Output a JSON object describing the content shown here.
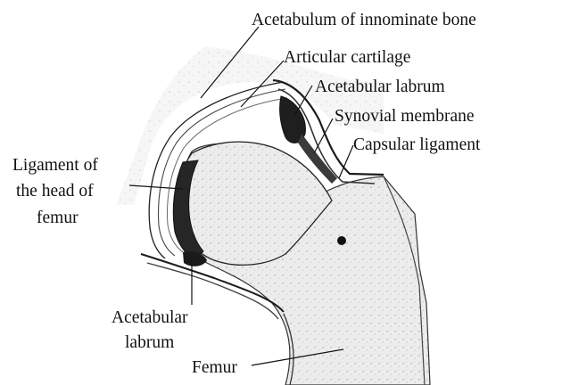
{
  "labels": {
    "acetabulum_innominate": "Acetabulum of innominate bone",
    "articular_cartilage": "Articular cartilage",
    "acetabular_labrum_top": "Acetabular labrum",
    "synovial_membrane": "Synovial membrane",
    "capsular_ligament": "Capsular ligament",
    "ligament_head_line1": "Ligament of",
    "ligament_head_line2": "the head of",
    "ligament_head_line3": "femur",
    "acetabular_labrum_bottom_line1": "Acetabular",
    "acetabular_labrum_bottom_line2": "labrum",
    "femur": "Femur"
  },
  "colors": {
    "ink": "#111111",
    "bone_fill": "#e6e6e6",
    "shade": "#2a2a2a"
  }
}
